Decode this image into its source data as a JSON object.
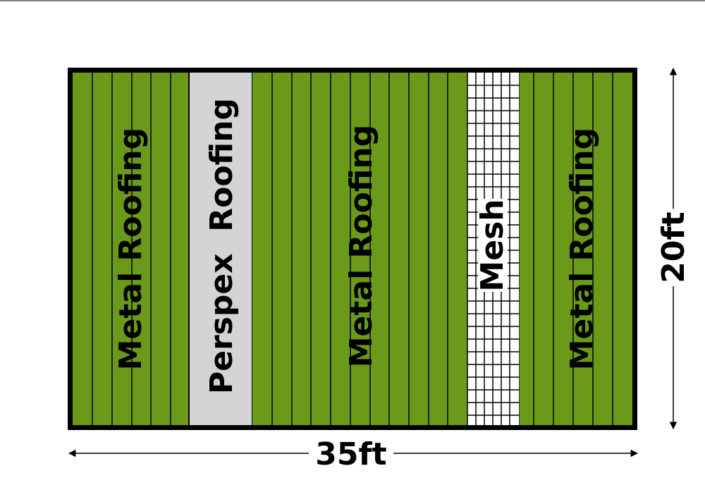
{
  "sections": [
    {
      "id": "metal-1",
      "label": "Metal Roofing",
      "material": "metal"
    },
    {
      "id": "perspex",
      "label": "Perspex  Roofing",
      "material": "perspex"
    },
    {
      "id": "metal-2",
      "label": "Metal Roofing",
      "material": "metal"
    },
    {
      "id": "mesh",
      "label": "Mesh",
      "material": "mesh"
    },
    {
      "id": "metal-3",
      "label": "Metal Roofing",
      "material": "metal"
    }
  ],
  "dimensions": {
    "width_label": "35ft",
    "height_label": "20ft"
  },
  "colors": {
    "metal": "#6b9a1a",
    "perspex": "#d4d4d4",
    "mesh": "#ffffff",
    "outline": "#000000"
  }
}
